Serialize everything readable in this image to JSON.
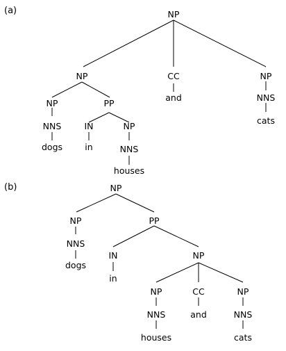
{
  "panels": [
    {
      "label": "(a)",
      "nodes": {
        "root": "NP",
        "np_left": "NP",
        "cc": "CC",
        "np_right": "NP",
        "np_dogs": "NP",
        "pp": "PP",
        "and_word": "and",
        "nns_cats": "NNS",
        "cats_word": "cats",
        "nns_dogs": "NNS",
        "in_tag": "IN",
        "np_houses": "NP",
        "dogs_word": "dogs",
        "in_word": "in",
        "nns_houses": "NNS",
        "houses_word": "houses"
      }
    },
    {
      "label": "(b)",
      "nodes": {
        "root": "NP",
        "np_dogs": "NP",
        "pp": "PP",
        "nns_dogs": "NNS",
        "in_tag": "IN",
        "np_coord": "NP",
        "dogs_word": "dogs",
        "in_word": "in",
        "np_houses": "NP",
        "cc": "CC",
        "np_cats": "NP",
        "nns_houses": "NNS",
        "and_word": "and",
        "nns_cats": "NNS",
        "houses_word": "houses",
        "cats_word": "cats"
      }
    }
  ]
}
